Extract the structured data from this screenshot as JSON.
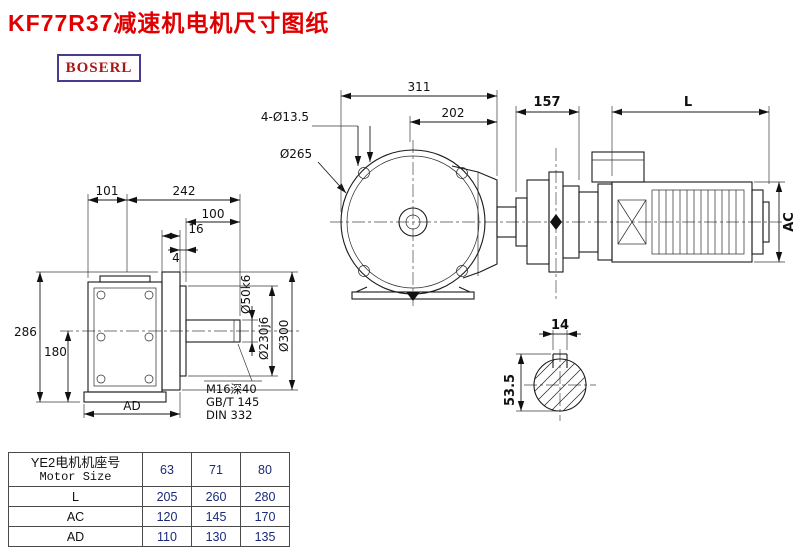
{
  "page": {
    "title": "KF77R37减速机电机尺寸图纸",
    "brand": "BOSERL"
  },
  "colors": {
    "title_red": "#e10000",
    "brand_red": "#a81616",
    "brand_border": "#483a8c",
    "drawing_line": "#1a1a1a",
    "table_value_blue": "#1a2a7a"
  },
  "front_view": {
    "dim_311": "311",
    "dim_202": "202",
    "holes": "4-Ø13.5",
    "flange": "Ø265"
  },
  "motor_view": {
    "dim_157": "157",
    "dim_L": "L",
    "dim_AC": "AC"
  },
  "side_view": {
    "dim_101": "101",
    "dim_242": "242",
    "dim_100": "100",
    "dim_16": "16",
    "dim_4": "4",
    "dim_286": "286",
    "dim_180": "180",
    "dim_AD": "AD",
    "shaft_dia": "Ø50k6",
    "spigot_dia": "Ø230j6",
    "flange_dia": "Ø300",
    "tap_note_1": "M16深40",
    "tap_note_2": "GB/T 145",
    "tap_note_3": "DIN 332"
  },
  "shaft_section": {
    "key_width": "14",
    "key_height": "53.5"
  },
  "table": {
    "motor_label_cn": "YE2电机机座号",
    "motor_label_en": "Motor Size",
    "sizes": [
      "63",
      "71",
      "80"
    ],
    "rows": [
      {
        "label": "L",
        "values": [
          "205",
          "260",
          "280"
        ]
      },
      {
        "label": "AC",
        "values": [
          "120",
          "145",
          "170"
        ]
      },
      {
        "label": "AD",
        "values": [
          "110",
          "130",
          "135"
        ]
      }
    ]
  }
}
